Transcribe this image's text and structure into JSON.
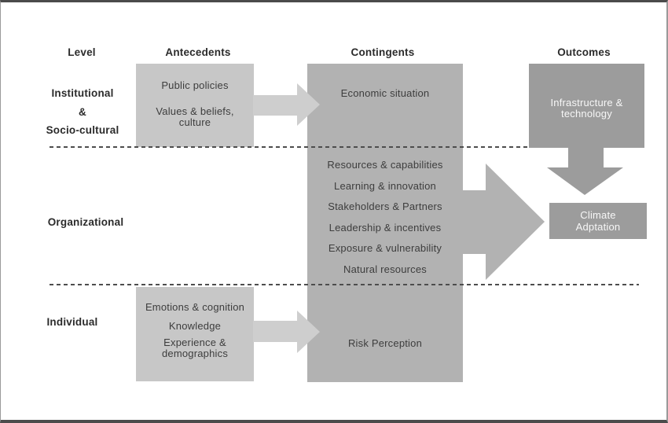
{
  "palette": {
    "box-light": "#c7c7c7",
    "arrow-light": "#cecece",
    "box-mid": "#b2b2b2",
    "box-dark": "#9c9c9c",
    "heading": "#2b2b2b",
    "text-dark": "#3d3d3d",
    "text-light": "#f7f7f7",
    "dash": "#4d4d4d"
  },
  "headers": {
    "level": "Level",
    "antecedents": "Antecedents",
    "contingents": "Contingents",
    "outcomes": "Outcomes"
  },
  "levels": {
    "institutional": "Institutional\n&\nSocio-cultural",
    "organizational": "Organizational",
    "individual": "Individual"
  },
  "antecedents": {
    "institutional_items": {
      "0": "Public policies",
      "1": "Values & beliefs,\nculture"
    },
    "individual_items": {
      "0": "Emotions & cognition",
      "1": "Knowledge",
      "2": "Experience &\ndemographics"
    }
  },
  "contingents": {
    "institutional": "Economic situation",
    "organizational": [
      "Resources & capabilities",
      "Learning & innovation",
      "Stakeholders & Partners",
      "Leadership & incentives",
      "Exposure & vulnerability",
      "Natural resources"
    ],
    "individual": "Risk Perception"
  },
  "outcomes": {
    "institutional": "Infrastructure &\ntechnology",
    "result": "Climate\nAdptation"
  }
}
